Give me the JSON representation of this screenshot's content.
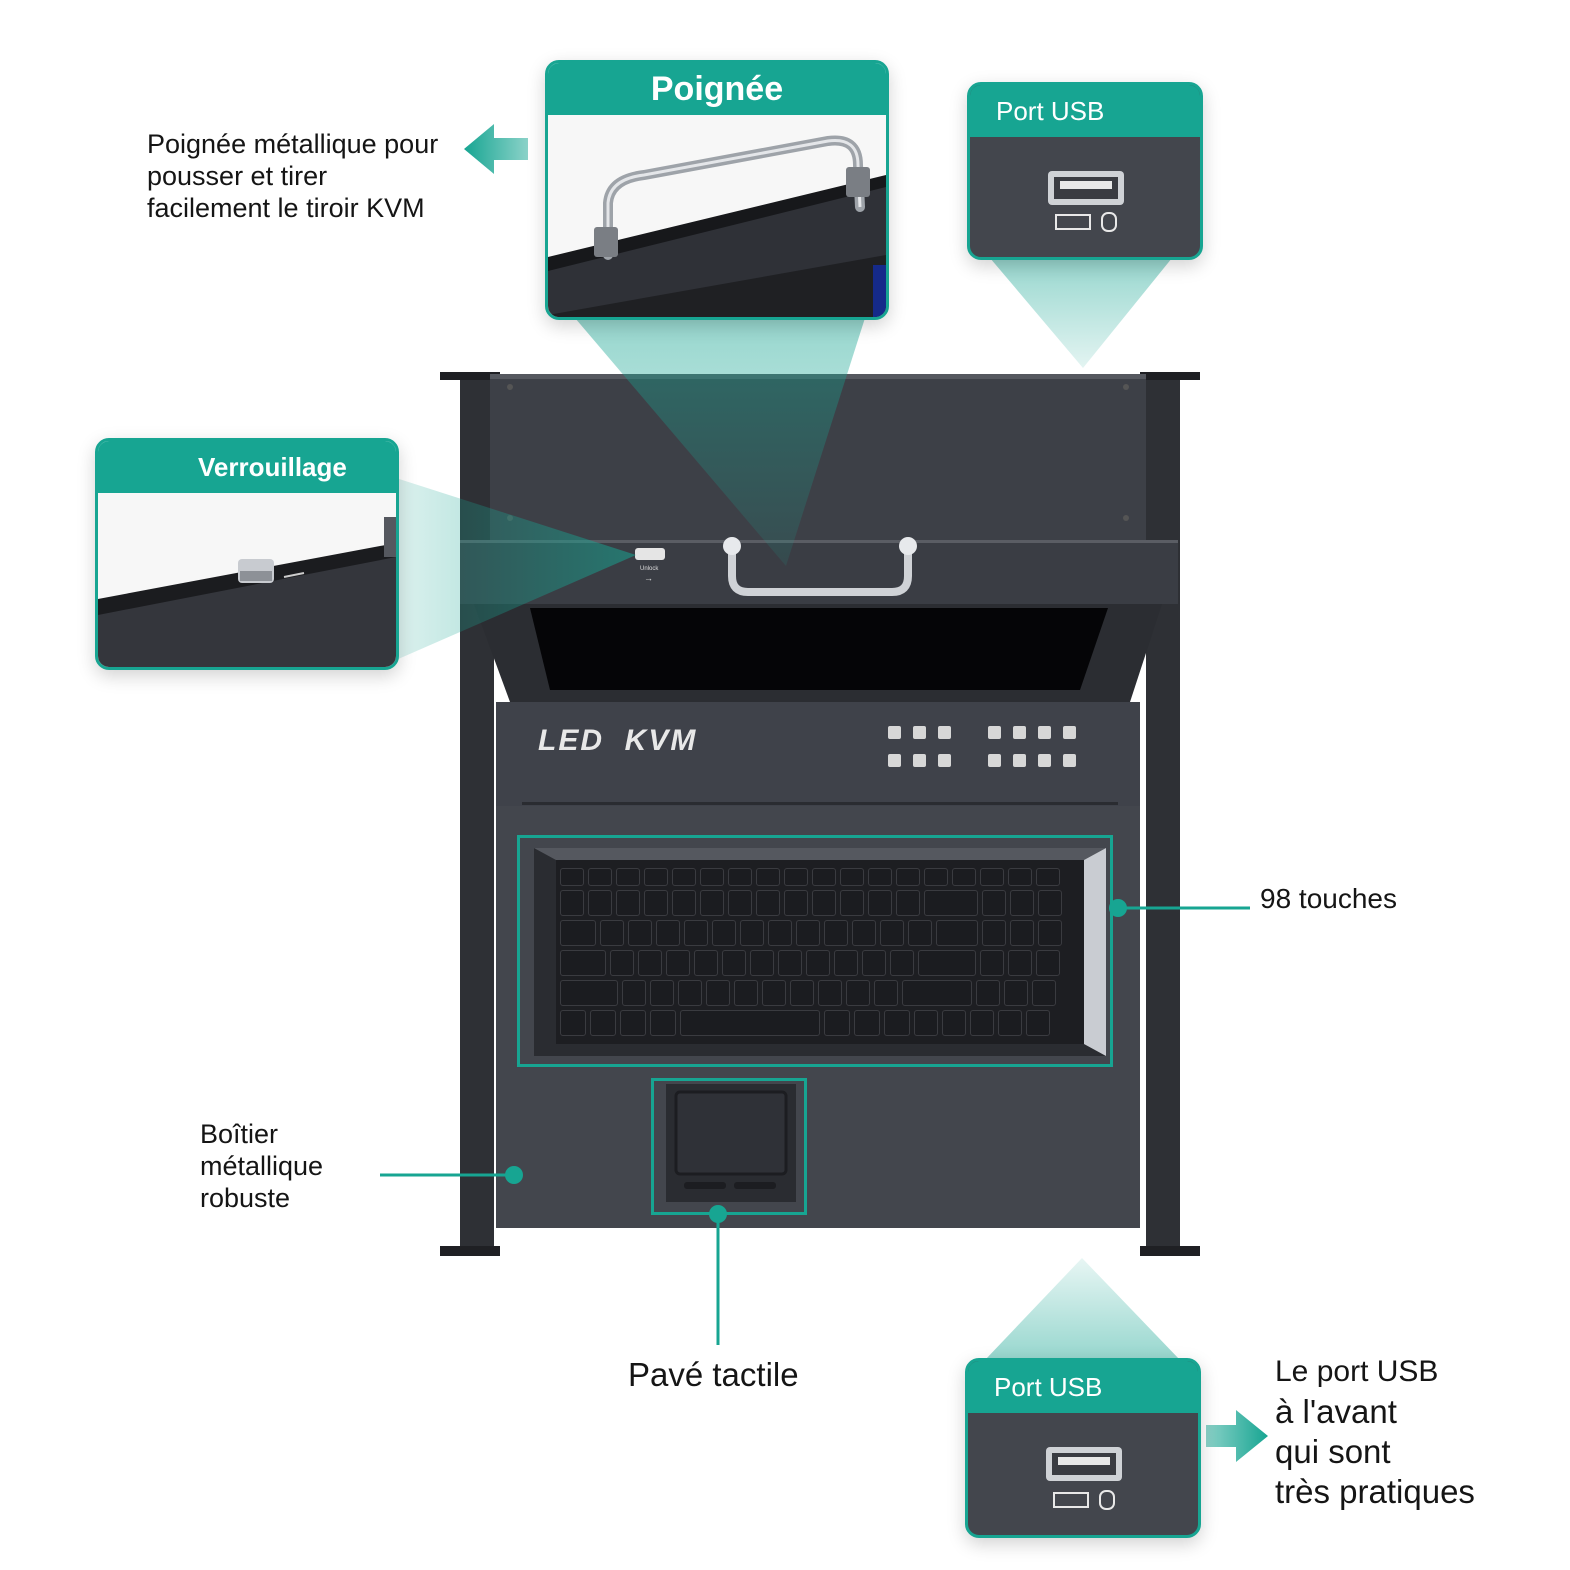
{
  "callouts": {
    "poignee": {
      "title": "Poignée"
    },
    "port_usb_top": {
      "title": "Port USB"
    },
    "verrouillage": {
      "title": "Verrouillage"
    },
    "port_usb_bottom": {
      "title": "Port USB"
    }
  },
  "notes": {
    "handle_lines": [
      "Poignée métallique pour",
      "pousser et tirer",
      "facilement le tiroir KVM"
    ],
    "keys_label": "98 touches",
    "case_lines": [
      "Boîtier",
      "métallique",
      "robuste"
    ],
    "touchpad_label": "Pavé tactile",
    "usb_front_lines": [
      "Le port USB",
      "à l'avant",
      "qui sont",
      "très pratiques"
    ]
  },
  "device": {
    "brand": "LED  KVM",
    "unlock_label": "Unlock"
  },
  "colors": {
    "accent": "#17a592",
    "device_body": "#3f424a",
    "device_dark": "#2a2c31",
    "keyboard": "#1b1c20"
  },
  "icons": [
    "usb-port-icon",
    "keyboard-icon",
    "mouse-icon",
    "arrow-left-icon",
    "arrow-right-icon"
  ]
}
